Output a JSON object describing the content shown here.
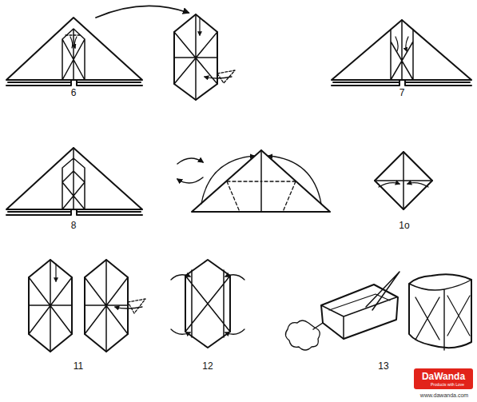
{
  "diagram": {
    "labels": [
      "6",
      "7",
      "8",
      "1o",
      "11",
      "12",
      "13",
      "DaWanda",
      "Products with Love",
      "www.dawanda.com"
    ]
  }
}
